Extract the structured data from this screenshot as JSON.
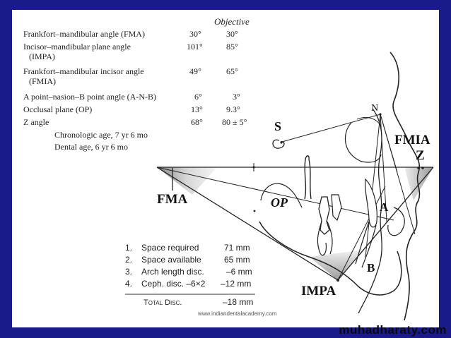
{
  "objective_header": "Objective",
  "measurements": [
    {
      "label": "Frankfort–mandibular angle (FMA)",
      "label2": "",
      "value": "30°",
      "objective": "30°"
    },
    {
      "label": "Incisor–mandibular plane angle",
      "label2": "(IMPA)",
      "value": "101°",
      "objective": "85°"
    },
    {
      "label": "Frankfort–mandibular incisor angle",
      "label2": "(FMIA)",
      "value": "49°",
      "objective": "65°"
    },
    {
      "label": "A point–nasion–B point angle (A-N-B)",
      "label2": "",
      "value": "6°",
      "objective": "3°"
    },
    {
      "label": "Occlusal plane (OP)",
      "label2": "",
      "value": "13°",
      "objective": "9.3°"
    },
    {
      "label": "Z angle",
      "label2": "",
      "value": "68°",
      "objective": "80 ± 5°"
    }
  ],
  "chronologic_age": "Chronologic age, 7 yr 6 mo",
  "dental_age": "Dental age, 6 yr 6 mo",
  "diagram_labels": {
    "s": "S",
    "n": "N",
    "fmia": "FMIA",
    "z": "Z",
    "fma": "FMA",
    "op": "OP",
    "a": "A",
    "b": "B",
    "impa": "IMPA"
  },
  "space_analysis": [
    {
      "num": "1.",
      "label": "Space required",
      "value": "71 mm"
    },
    {
      "num": "2.",
      "label": "Space available",
      "value": "65 mm"
    },
    {
      "num": "3.",
      "label": "Arch length disc.",
      "value": "–6 mm"
    },
    {
      "num": "4.",
      "label": "Ceph. disc. –6×2",
      "value": "–12 mm"
    }
  ],
  "total_label": "Total Disc.",
  "total_value": "–18 mm",
  "watermark": "www.indiandentalacademy.com",
  "brand": "muhadharaty.com",
  "colors": {
    "background": "#1a1a8c",
    "slide": "#ffffff"
  }
}
